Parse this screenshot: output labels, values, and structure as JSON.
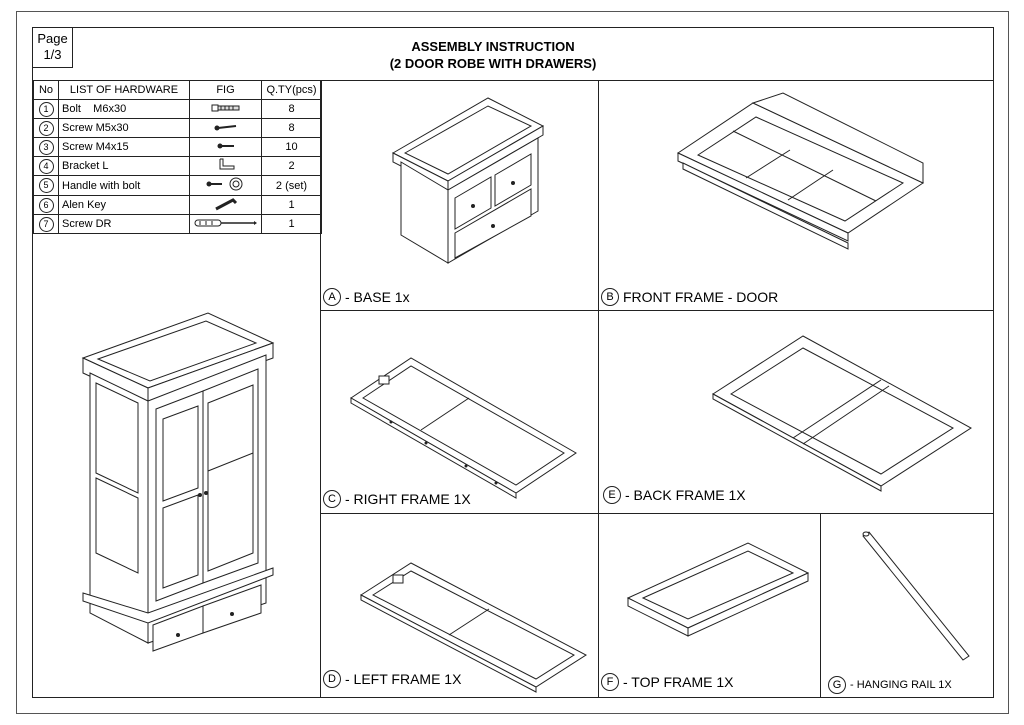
{
  "page": {
    "label": "Page",
    "number": "1/3"
  },
  "title": {
    "line1": "ASSEMBLY INSTRUCTION",
    "line2": "(2 DOOR ROBE WITH DRAWERS)"
  },
  "hardware": {
    "headers": {
      "no": "No",
      "list": "LIST OF HARDWARE",
      "fig": "FIG",
      "qty": "Q.TY(pcs)"
    },
    "items": [
      {
        "no": "1",
        "name": "Bolt    M6x30",
        "qty": "8",
        "icon": "bolt-icon"
      },
      {
        "no": "2",
        "name": "Screw M5x30",
        "qty": "8",
        "icon": "screw-icon"
      },
      {
        "no": "3",
        "name": "Screw M4x15",
        "qty": "10",
        "icon": "short-screw-icon"
      },
      {
        "no": "4",
        "name": "Bracket L",
        "qty": "2",
        "icon": "bracket-icon"
      },
      {
        "no": "5",
        "name": "Handle with bolt",
        "qty": "2 (set)",
        "icon": "handle-icon"
      },
      {
        "no": "6",
        "name": "Alen Key",
        "qty": "1",
        "icon": "allen-key-icon"
      },
      {
        "no": "7",
        "name": "Screw DR",
        "qty": "1",
        "icon": "screwdriver-icon"
      }
    ]
  },
  "parts": [
    {
      "letter": "A",
      "label": "- BASE 1x"
    },
    {
      "letter": "B",
      "label": "FRONT FRAME - DOOR"
    },
    {
      "letter": "C",
      "label": "- RIGHT FRAME 1X"
    },
    {
      "letter": "E",
      "label": "- BACK FRAME 1X"
    },
    {
      "letter": "D",
      "label": "- LEFT FRAME  1X"
    },
    {
      "letter": "F",
      "label": "- TOP FRAME 1X"
    },
    {
      "letter": "G",
      "label": "- HANGING RAIL 1X"
    }
  ]
}
